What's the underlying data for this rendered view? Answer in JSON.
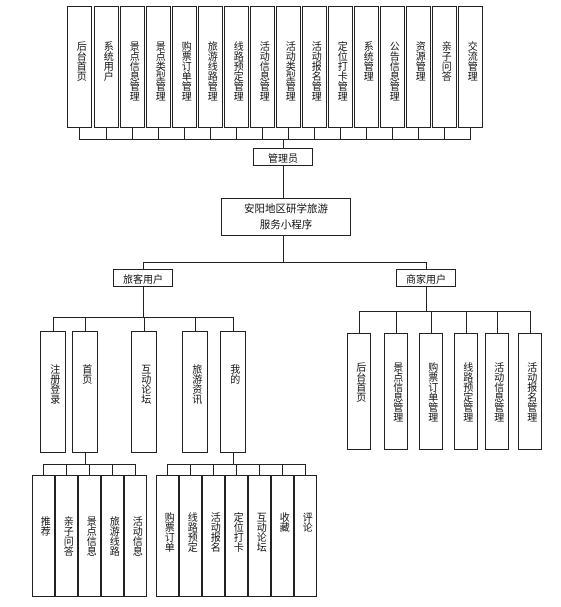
{
  "root": {
    "label": "安阳地区研学旅游服务小程序"
  },
  "admin": {
    "label": "管理员",
    "functions": [
      "后台首页",
      "系统用户",
      "景点信息管理",
      "景点类型管理",
      "购票订单管理",
      "旅游线路管理",
      "线路预定管理",
      "活动信息管理",
      "活动类型管理",
      "活动报名管理",
      "定位打卡管理",
      "系统管理",
      "公告信息管理",
      "资源管理",
      "亲子问答",
      "交流管理"
    ]
  },
  "tourist": {
    "label": "旅客用户",
    "modules": [
      {
        "label": "注册登录",
        "children": []
      },
      {
        "label": "首页",
        "children": [
          "推荐",
          "亲子问答",
          "景点信息",
          "旅游线路",
          "活动信息"
        ]
      },
      {
        "label": "互动论坛",
        "children": []
      },
      {
        "label": "旅游资讯",
        "children": []
      },
      {
        "label": "我的",
        "children": [
          "购票订单",
          "线路预定",
          "活动报名",
          "定位打卡",
          "互动论坛",
          "收藏",
          "评论"
        ]
      }
    ]
  },
  "merchant": {
    "label": "商家用户",
    "functions": [
      "后台首页",
      "景点信息管理",
      "购票订单管理",
      "线路预定管理",
      "活动信息管理",
      "活动报名管理"
    ]
  }
}
